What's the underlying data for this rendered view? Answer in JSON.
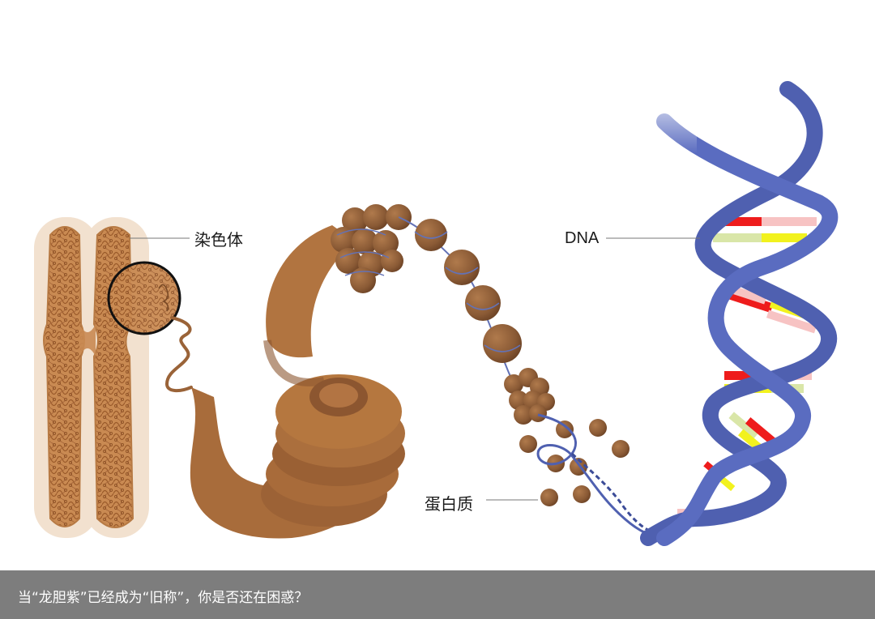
{
  "labels": {
    "chromosome": "染色体",
    "dna": "DNA",
    "protein": "蛋白质"
  },
  "caption": "当“龙胆紫”已经成为“旧称”，你是否还在困惑？",
  "colors": {
    "chromatin": "#b8753f",
    "nucleosome": "#8a5a35",
    "dna_backbone": "#4f60b0",
    "halo": "#f2e1cf",
    "caption_bar": "#7d7d7d"
  }
}
